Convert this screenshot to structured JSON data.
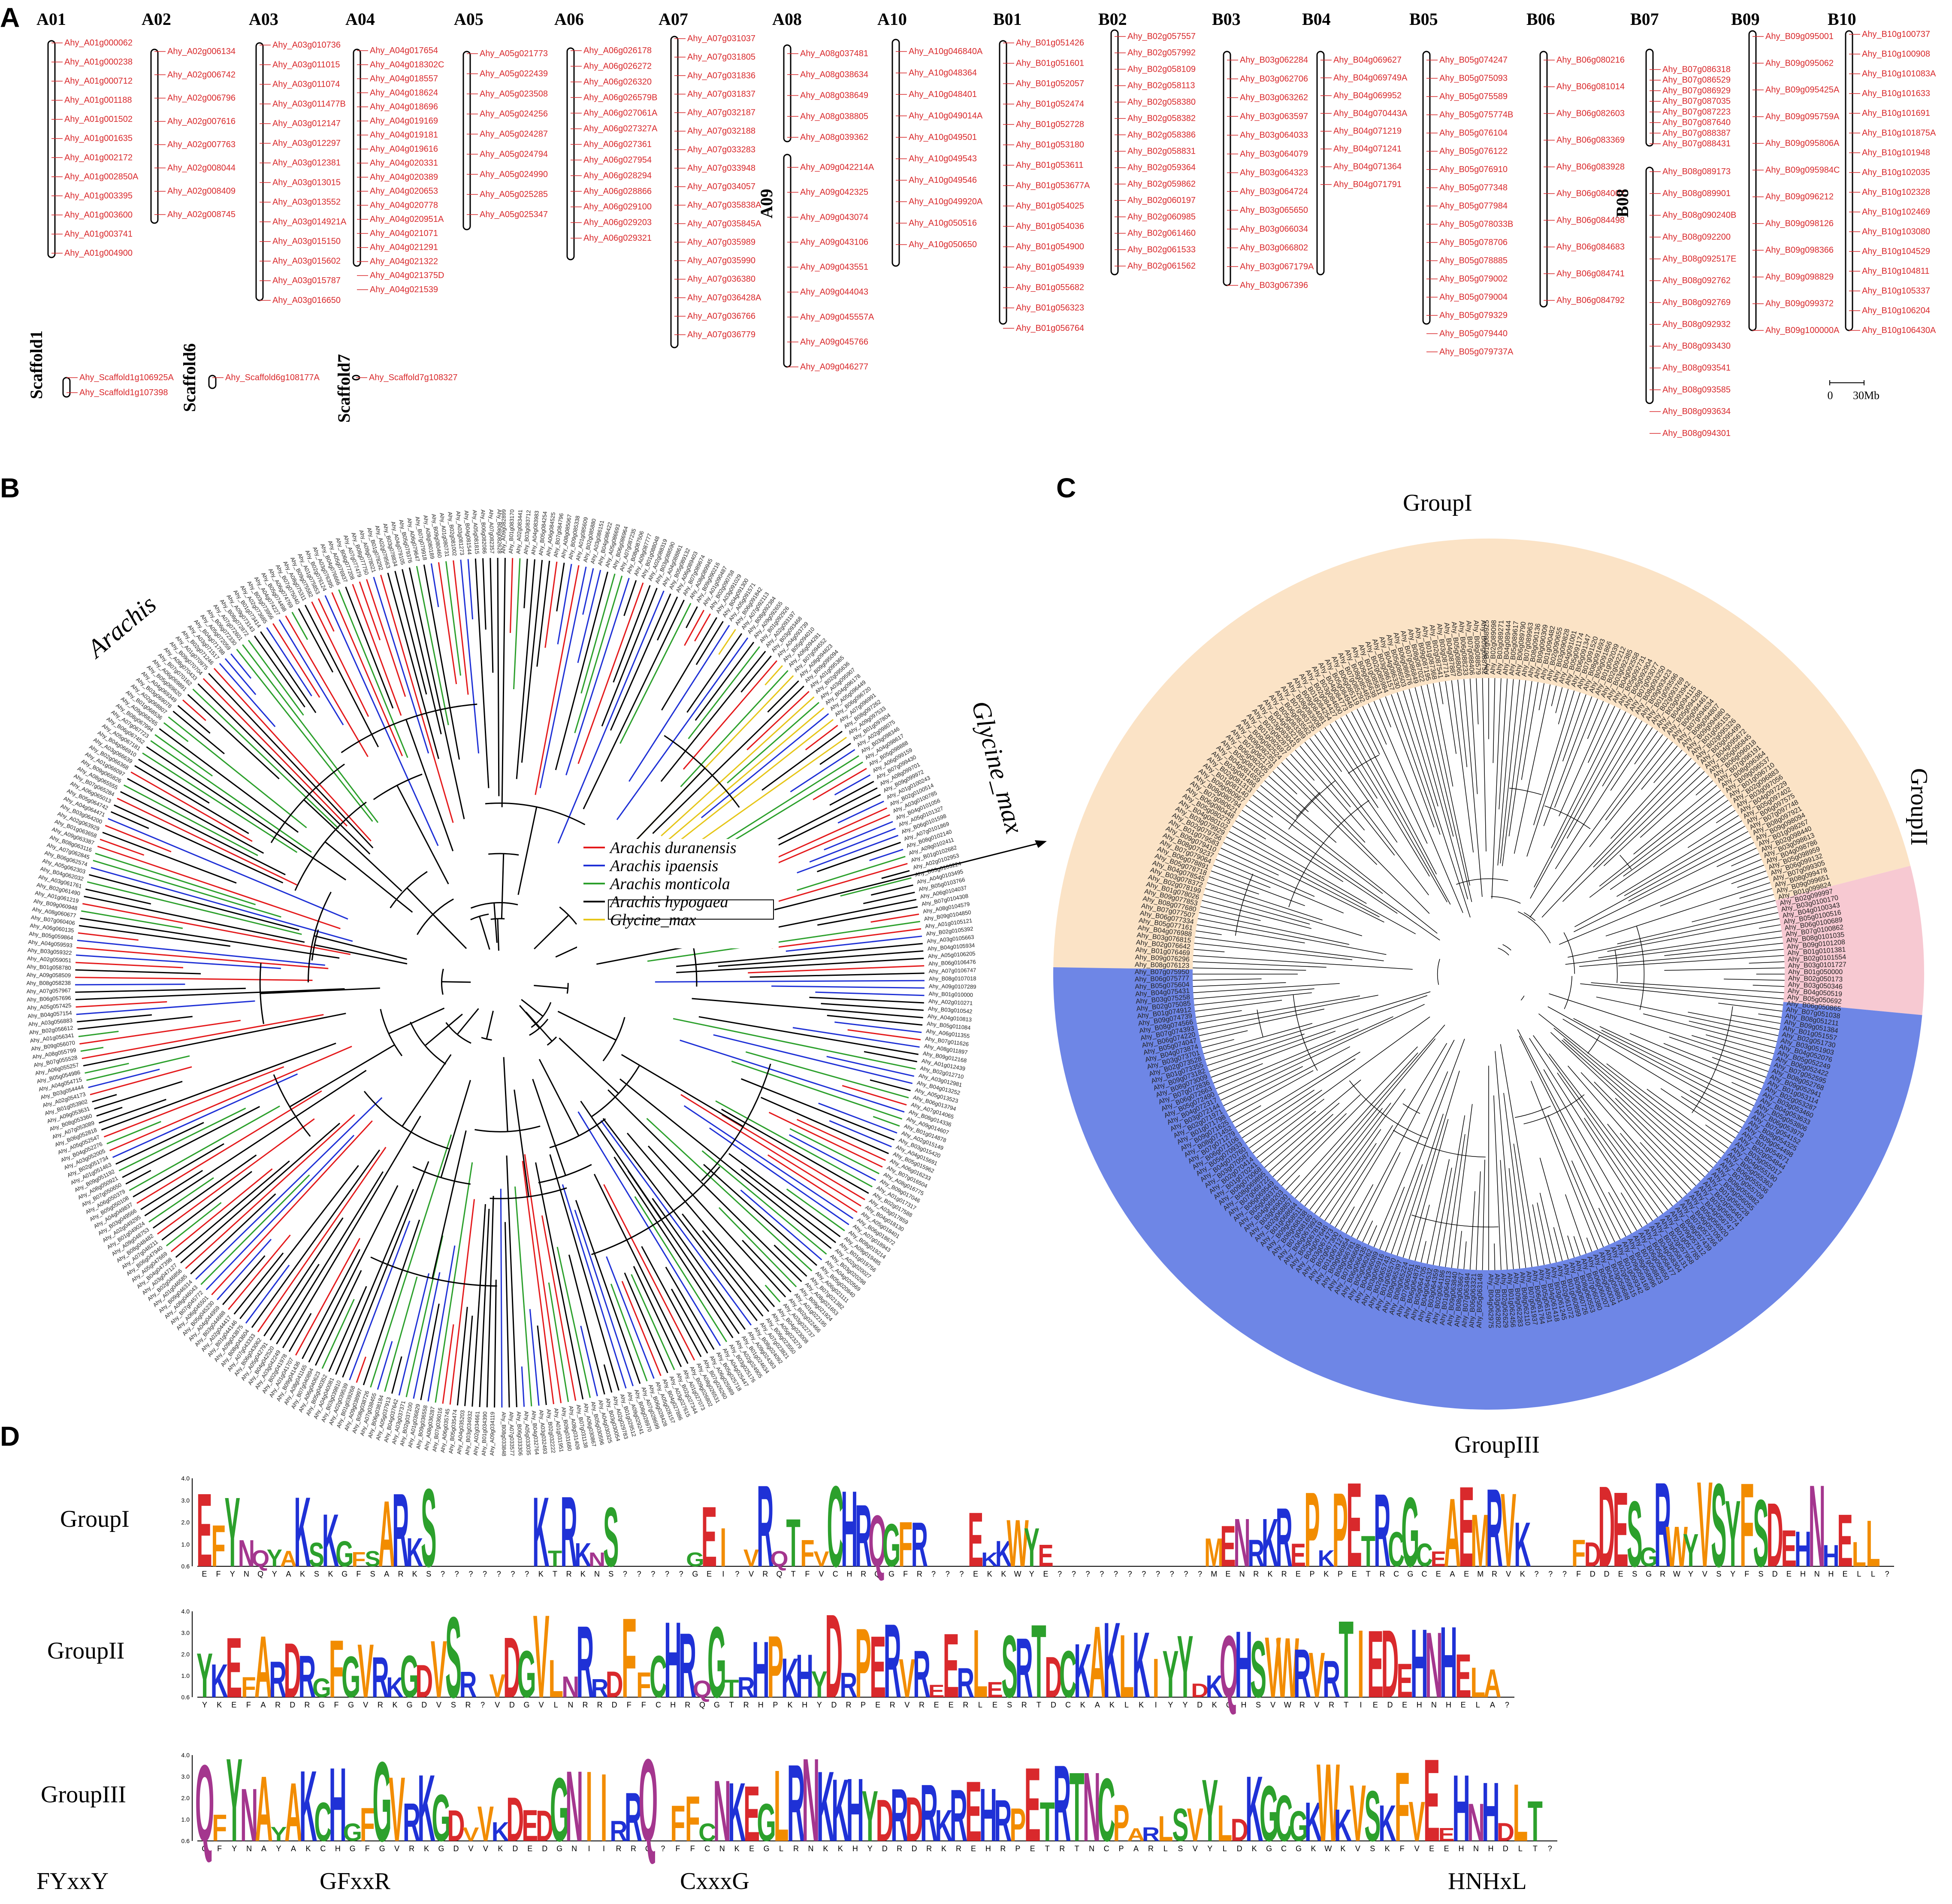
{
  "panels": {
    "A": "A",
    "B": "B",
    "C": "C",
    "D": "D"
  },
  "panelA": {
    "chromosomes": [
      {
        "name": "A01",
        "genes": [
          "Ahy_A01g000062",
          "Ahy_A01g000238",
          "Ahy_A01g000712",
          "Ahy_A01g001188",
          "Ahy_A01g001502",
          "Ahy_A01g001635",
          "Ahy_A01g002172",
          "Ahy_A01g002850A",
          "Ahy_A01g003395",
          "Ahy_A01g003600",
          "Ahy_A01g003741",
          "Ahy_A01g004900"
        ]
      },
      {
        "name": "A02",
        "genes": [
          "Ahy_A02g006134",
          "Ahy_A02g006742",
          "Ahy_A02g006796",
          "Ahy_A02g007616",
          "Ahy_A02g007763",
          "Ahy_A02g008044",
          "Ahy_A02g008409",
          "Ahy_A02g008745"
        ]
      },
      {
        "name": "A03",
        "genes": [
          "Ahy_A03g010736",
          "Ahy_A03g011015",
          "Ahy_A03g011074",
          "Ahy_A03g011477B",
          "Ahy_A03g012147",
          "Ahy_A03g012297",
          "Ahy_A03g012381",
          "Ahy_A03g013015",
          "Ahy_A03g013552",
          "Ahy_A03g014921A",
          "Ahy_A03g015150",
          "Ahy_A03g015602",
          "Ahy_A03g015787",
          "Ahy_A03g016650"
        ]
      },
      {
        "name": "A04",
        "genes": [
          "Ahy_A04g017654",
          "Ahy_A04g018302C",
          "Ahy_A04g018557",
          "Ahy_A04g018624",
          "Ahy_A04g018696",
          "Ahy_A04g019169",
          "Ahy_A04g019181",
          "Ahy_A04g019616",
          "Ahy_A04g020331",
          "Ahy_A04g020389",
          "Ahy_A04g020653",
          "Ahy_A04g020778",
          "Ahy_A04g020951A",
          "Ahy_A04g021071",
          "Ahy_A04g021291",
          "Ahy_A04g021322",
          "Ahy_A04g021375D",
          "Ahy_A04g021539"
        ]
      },
      {
        "name": "A05",
        "genes": [
          "Ahy_A05g021773",
          "Ahy_A05g022439",
          "Ahy_A05g023508",
          "Ahy_A05g024256",
          "Ahy_A05g024287",
          "Ahy_A05g024794",
          "Ahy_A05g024990",
          "Ahy_A05g025285",
          "Ahy_A05g025347"
        ]
      },
      {
        "name": "A06",
        "genes": [
          "Ahy_A06g026178",
          "Ahy_A06g026272",
          "Ahy_A06g026320",
          "Ahy_A06g026579B",
          "Ahy_A06g027061A",
          "Ahy_A06g027327A",
          "Ahy_A06g027361",
          "Ahy_A06g027954",
          "Ahy_A06g028294",
          "Ahy_A06g028866",
          "Ahy_A06g029100",
          "Ahy_A06g029203",
          "Ahy_A06g029321"
        ]
      },
      {
        "name": "A07",
        "genes": [
          "Ahy_A07g031037",
          "Ahy_A07g031805",
          "Ahy_A07g031836",
          "Ahy_A07g031837",
          "Ahy_A07g032187",
          "Ahy_A07g032188",
          "Ahy_A07g033283",
          "Ahy_A07g033948",
          "Ahy_A07g034057",
          "Ahy_A07g035838A",
          "Ahy_A07g035845A",
          "Ahy_A07g035989",
          "Ahy_A07g035990",
          "Ahy_A07g036380",
          "Ahy_A07g036428A",
          "Ahy_A07g036766",
          "Ahy_A07g036779"
        ]
      },
      {
        "name": "A08",
        "genes": [
          "Ahy_A08g037481",
          "Ahy_A08g038634",
          "Ahy_A08g038649",
          "Ahy_A08g038805",
          "Ahy_A08g039362"
        ]
      },
      {
        "name": "A09",
        "genes": [
          "Ahy_A09g042214A",
          "Ahy_A09g042325",
          "Ahy_A09g043074",
          "Ahy_A09g043106",
          "Ahy_A09g043551",
          "Ahy_A09g044043",
          "Ahy_A09g045557A",
          "Ahy_A09g045766",
          "Ahy_A09g046277"
        ]
      },
      {
        "name": "A10",
        "genes": [
          "Ahy_A10g046840A",
          "Ahy_A10g048364",
          "Ahy_A10g048401",
          "Ahy_A10g049014A",
          "Ahy_A10g049501",
          "Ahy_A10g049543",
          "Ahy_A10g049546",
          "Ahy_A10g049920A",
          "Ahy_A10g050516",
          "Ahy_A10g050650"
        ]
      },
      {
        "name": "B01",
        "genes": [
          "Ahy_B01g051426",
          "Ahy_B01g051601",
          "Ahy_B01g052057",
          "Ahy_B01g052474",
          "Ahy_B01g052728",
          "Ahy_B01g053180",
          "Ahy_B01g053611",
          "Ahy_B01g053677A",
          "Ahy_B01g054025",
          "Ahy_B01g054036",
          "Ahy_B01g054900",
          "Ahy_B01g054939",
          "Ahy_B01g055682",
          "Ahy_B01g056323",
          "Ahy_B01g056764"
        ]
      },
      {
        "name": "B02",
        "genes": [
          "Ahy_B02g057557",
          "Ahy_B02g057992",
          "Ahy_B02g058109",
          "Ahy_B02g058113",
          "Ahy_B02g058380",
          "Ahy_B02g058382",
          "Ahy_B02g058386",
          "Ahy_B02g058831",
          "Ahy_B02g059364",
          "Ahy_B02g059862",
          "Ahy_B02g060197",
          "Ahy_B02g060985",
          "Ahy_B02g061460",
          "Ahy_B02g061533",
          "Ahy_B02g061562"
        ]
      },
      {
        "name": "B03",
        "genes": [
          "Ahy_B03g062284",
          "Ahy_B03g062706",
          "Ahy_B03g063262",
          "Ahy_B03g063597",
          "Ahy_B03g064033",
          "Ahy_B03g064079",
          "Ahy_B03g064323",
          "Ahy_B03g064724",
          "Ahy_B03g065650",
          "Ahy_B03g066034",
          "Ahy_B03g066802",
          "Ahy_B03g067179A",
          "Ahy_B03g067396"
        ]
      },
      {
        "name": "B04",
        "genes": [
          "Ahy_B04g069627",
          "Ahy_B04g069749A",
          "Ahy_B04g069952",
          "Ahy_B04g070443A",
          "Ahy_B04g071219",
          "Ahy_B04g071241",
          "Ahy_B04g071364",
          "Ahy_B04g071791"
        ]
      },
      {
        "name": "B05",
        "genes": [
          "Ahy_B05g074247",
          "Ahy_B05g075093",
          "Ahy_B05g075589",
          "Ahy_B05g075774B",
          "Ahy_B05g076104",
          "Ahy_B05g076122",
          "Ahy_B05g076910",
          "Ahy_B05g077348",
          "Ahy_B05g077984",
          "Ahy_B05g078033B",
          "Ahy_B05g078706",
          "Ahy_B05g078885",
          "Ahy_B05g079002",
          "Ahy_B05g079004",
          "Ahy_B05g079329",
          "Ahy_B05g079440",
          "Ahy_B05g079737A"
        ]
      },
      {
        "name": "B06",
        "genes": [
          "Ahy_B06g080216",
          "Ahy_B06g081014",
          "Ahy_B06g082603",
          "Ahy_B06g083369",
          "Ahy_B06g083928",
          "Ahy_B06g084002",
          "Ahy_B06g084498",
          "Ahy_B06g084683",
          "Ahy_B06g084741",
          "Ahy_B06g084792"
        ]
      },
      {
        "name": "B07",
        "genes": [
          "Ahy_B07g086318",
          "Ahy_B07g086529",
          "Ahy_B07g086929",
          "Ahy_B07g087035",
          "Ahy_B07g087223",
          "Ahy_B07g087640",
          "Ahy_B07g088387",
          "Ahy_B07g088431"
        ]
      },
      {
        "name": "B08",
        "genes": [
          "Ahy_B08g089173",
          "Ahy_B08g089901",
          "Ahy_B08g090240B",
          "Ahy_B08g092200",
          "Ahy_B08g092517E",
          "Ahy_B08g092762",
          "Ahy_B08g092769",
          "Ahy_B08g092932",
          "Ahy_B08g093430",
          "Ahy_B08g093541",
          "Ahy_B08g093585",
          "Ahy_B08g093634",
          "Ahy_B08g094301"
        ]
      },
      {
        "name": "B09",
        "genes": [
          "Ahy_B09g095001",
          "Ahy_B09g095062",
          "Ahy_B09g095425A",
          "Ahy_B09g095759A",
          "Ahy_B09g095806A",
          "Ahy_B09g095984C",
          "Ahy_B09g096212",
          "Ahy_B09g098126",
          "Ahy_B09g098366",
          "Ahy_B09g098829",
          "Ahy_B09g099372",
          "Ahy_B09g100000A"
        ]
      },
      {
        "name": "B10",
        "genes": [
          "Ahy_B10g100737",
          "Ahy_B10g100908",
          "Ahy_B10g101083A",
          "Ahy_B10g101633",
          "Ahy_B10g101691",
          "Ahy_B10g101875A",
          "Ahy_B10g101948",
          "Ahy_B10g102035",
          "Ahy_B10g102328",
          "Ahy_B10g102469",
          "Ahy_B10g103080",
          "Ahy_B10g104529",
          "Ahy_B10g104811",
          "Ahy_B10g105337",
          "Ahy_B10g106204",
          "Ahy_B10g106430A"
        ]
      },
      {
        "name": "Scaffold1",
        "genes": [
          "Ahy_Scaffold1g106925A",
          "Ahy_Scaffold1g107398"
        ]
      },
      {
        "name": "Scaffold6",
        "genes": [
          "Ahy_Scaffold6g108177A"
        ]
      },
      {
        "name": "Scaffold7",
        "genes": [
          "Ahy_Scaffold7g108327"
        ]
      }
    ],
    "scale": {
      "zero": "0",
      "label": "30Mb"
    }
  },
  "panelB": {
    "clade_labels": {
      "arachis": "Arachis",
      "glycine": "Glycine_max"
    },
    "legend": [
      {
        "label": "Arachis duranensis",
        "color": "#e41a1c"
      },
      {
        "label": "Arachis ipaensis",
        "color": "#1f31d6"
      },
      {
        "label": "Arachis monticola",
        "color": "#2ca02c"
      },
      {
        "label": "Arachis hypogaea",
        "color": "#000000"
      },
      {
        "label": "Glycine_max",
        "color": "#e6c619"
      }
    ]
  },
  "panelC": {
    "groups": [
      {
        "name": "GroupI",
        "color": "#fbe3c6"
      },
      {
        "name": "GroupII",
        "color": "#f7c9d2"
      },
      {
        "name": "GroupIII",
        "color": "#6e86e6"
      }
    ]
  },
  "panelD": {
    "yticks": [
      "4.0",
      "3.0",
      "2.0",
      "1.0",
      "0.6"
    ],
    "logos": [
      {
        "name": "GroupI",
        "sequence": "EFYNQYAKSKGFSARKS???????KTRKNS?????GEI?VRQTFVCHRQGFR???EKKWYE???????????MENRKREPKPETRCGCEAEMRVK???FDDESGRWYVSYFSDEHNHELL?"
      },
      {
        "name": "GroupII",
        "sequence": "YKEFARDRGFGVRKGDVSR?VDGVLNRRDFFCHRQGTRHPKHYDRPERVREERLESRTDCKAKLKIYYDKQHSVWRVRTIEDEHNHELA?"
      },
      {
        "name": "GroupIII",
        "sequence": "QFYNAYAKCHGFGVRKGDVVKDEDGNIIRRQ?FFCNKEGLRNKKHYDRDRKREHRPETRTNCPARLSVYLDKGCGKWKVSKFVEEHNHDLT?"
      }
    ],
    "motifs": [
      "FYxxY",
      "GFxxR",
      "CxxxG",
      "HNHxL"
    ]
  }
}
